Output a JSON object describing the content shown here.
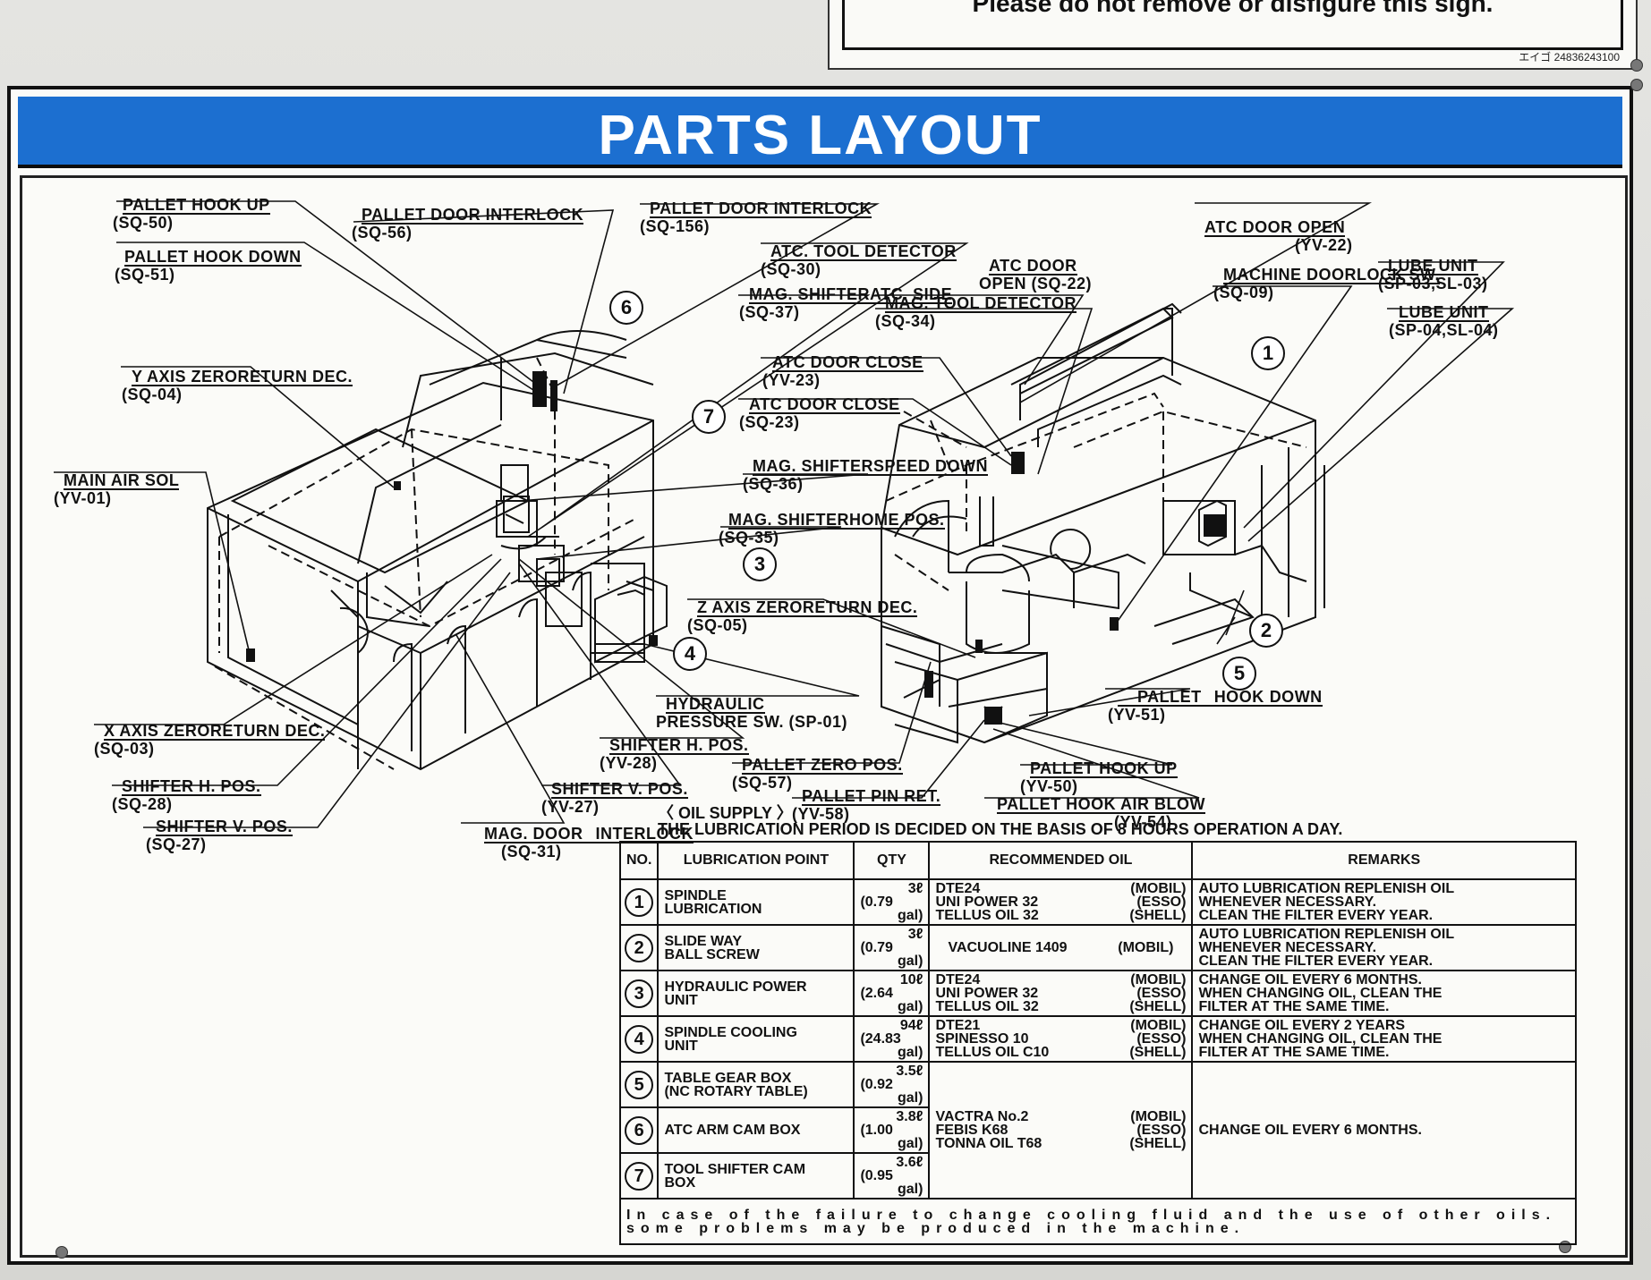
{
  "top_sign": {
    "notice": "Please do not remove or disfigure this sign.",
    "code": "エイゴ 24836243100"
  },
  "banner": {
    "title": "PARTS LAYOUT"
  },
  "labels": [
    {
      "id": "pallet-hook-up-sq50",
      "lines": [
        "PALLET HOOK UP",
        "(SQ-50)"
      ]
    },
    {
      "id": "pallet-hook-down-sq51",
      "lines": [
        "PALLET HOOK DOWN",
        "(SQ-51)"
      ]
    },
    {
      "id": "pallet-door-interlock-sq56",
      "lines": [
        "PALLET DOOR INTERLOCK",
        "(SQ-56)"
      ]
    },
    {
      "id": "pallet-door-interlock-sq156",
      "lines": [
        "PALLET DOOR INTERLOCK",
        "(SQ-156)"
      ]
    },
    {
      "id": "atc-tool-detector-sq30",
      "lines": [
        "ATC. TOOL DETECTOR",
        "(SQ-30)"
      ]
    },
    {
      "id": "mag-shifter-atc-side-sq37",
      "lines": [
        "MAG. SHIFTER",
        "ATC. SIDE",
        "(SQ-37)"
      ]
    },
    {
      "id": "atc-door-open-sq22",
      "lines": [
        "ATC DOOR",
        "OPEN (SQ-22)"
      ]
    },
    {
      "id": "mag-tool-detector-sq34",
      "lines": [
        "MAG. TOOL DETECTOR",
        "(SQ-34)"
      ]
    },
    {
      "id": "atc-door-open-yv22",
      "lines": [
        "ATC DOOR OPEN",
        "(YV-22)"
      ]
    },
    {
      "id": "machine-door-lock-sw-sq09",
      "lines": [
        "MACHINE DOOR",
        "LOCK SW.",
        "(SQ-09)"
      ]
    },
    {
      "id": "lube-unit-sp03",
      "lines": [
        "LUBE UNIT",
        "(SP-03,SL-03)"
      ]
    },
    {
      "id": "lube-unit-sp04",
      "lines": [
        "LUBE UNIT",
        "(SP-04,SL-04)"
      ]
    },
    {
      "id": "y-axis-zero-return-sq04",
      "lines": [
        "Y AXIS ZERO",
        "RETURN DEC.",
        "(SQ-04)"
      ]
    },
    {
      "id": "atc-door-close-yv23",
      "lines": [
        "ATC DOOR CLOSE",
        "(YV-23)"
      ]
    },
    {
      "id": "atc-door-close-sq23",
      "lines": [
        "ATC DOOR CLOSE",
        "(SQ-23)"
      ]
    },
    {
      "id": "main-air-sol-yv01",
      "lines": [
        "MAIN AIR SOL",
        "(YV-01)"
      ]
    },
    {
      "id": "mag-shifter-speed-down-sq36",
      "lines": [
        "MAG. SHIFTER",
        "SPEED DOWN",
        "(SQ-36)"
      ]
    },
    {
      "id": "mag-shifter-home-pos-sq35",
      "lines": [
        "MAG. SHIFTER",
        "HOME POS.",
        "(SQ-35)"
      ]
    },
    {
      "id": "z-axis-zero-return-sq05",
      "lines": [
        "Z AXIS ZERO",
        "RETURN DEC.",
        "(SQ-05)"
      ]
    },
    {
      "id": "hydraulic-pressure-sw-sp01",
      "lines": [
        "HYDRAULIC",
        "PRESSURE SW. (SP-01)"
      ]
    },
    {
      "id": "pallet-hook-down-yv51",
      "lines": [
        "PALLET",
        "HOOK",
        "DOWN",
        "(YV-51)"
      ]
    },
    {
      "id": "x-axis-zero-return-sq03",
      "lines": [
        "X AXIS ZERO",
        "RETURN DEC.",
        "(SQ-03)"
      ]
    },
    {
      "id": "shifter-h-pos-yv28",
      "lines": [
        "SHIFTER H. POS.",
        "(YV-28)"
      ]
    },
    {
      "id": "pallet-zero-pos-sq57",
      "lines": [
        "PALLET ZERO POS.",
        "(SQ-57)"
      ]
    },
    {
      "id": "pallet-hook-up-yv50",
      "lines": [
        "PALLET HOOK UP",
        "(YV-50)"
      ]
    },
    {
      "id": "shifter-h-pos-sq28",
      "lines": [
        "SHIFTER H. POS.",
        "(SQ-28)"
      ]
    },
    {
      "id": "shifter-v-pos-yv27",
      "lines": [
        "SHIFTER V. POS.",
        "(YV-27)"
      ]
    },
    {
      "id": "pallet-pin-ret-yv58",
      "lines": [
        "PALLET PIN RET.",
        "(YV-58)"
      ]
    },
    {
      "id": "pallet-hook-air-blow-yv54",
      "lines": [
        "PALLET HOOK AIR BLOW",
        "(YV-54)"
      ]
    },
    {
      "id": "shifter-v-pos-sq27",
      "lines": [
        "SHIFTER V. POS.",
        "(SQ-27)"
      ]
    },
    {
      "id": "mag-door-interlock-sq31",
      "lines": [
        "MAG. DOOR",
        "INTERLOCK",
        "(SQ-31)"
      ]
    }
  ],
  "callouts": [
    "1",
    "2",
    "3",
    "4",
    "5",
    "6",
    "7"
  ],
  "oil_supply": {
    "heading": "〈 OIL SUPPLY 〉",
    "note": "THE LUBRICATION PERIOD IS DECIDED ON THE BASIS OF 8 HOURS OPERATION A DAY.",
    "columns": [
      "NO.",
      "LUBRICATION POINT",
      "QTY",
      "RECOMMENDED OIL",
      "REMARKS"
    ],
    "rows": [
      {
        "no": "1",
        "point": [
          "SPINDLE",
          "LUBRICATION"
        ],
        "qty": [
          "3ℓ",
          "(0.79",
          "gal)"
        ],
        "oil": [
          [
            "DTE24",
            "(MOBIL)"
          ],
          [
            "UNI POWER 32",
            "(ESSO)"
          ],
          [
            "TELLUS OIL 32",
            "(SHELL)"
          ]
        ],
        "remarks": [
          "AUTO LUBRICATION REPLENISH OIL",
          "WHENEVER NECESSARY.",
          "CLEAN THE FILTER EVERY YEAR."
        ]
      },
      {
        "no": "2",
        "point": [
          "SLIDE WAY",
          "BALL SCREW"
        ],
        "qty": [
          "3ℓ",
          "(0.79",
          "gal)"
        ],
        "oil": [
          [
            "VACUOLINE 1409",
            "(MOBIL)"
          ]
        ],
        "remarks": [
          "AUTO LUBRICATION REPLENISH OIL",
          "WHENEVER NECESSARY.",
          "CLEAN THE FILTER EVERY YEAR."
        ]
      },
      {
        "no": "3",
        "point": [
          "HYDRAULIC POWER",
          "UNIT"
        ],
        "qty": [
          "10ℓ",
          "(2.64",
          "gal)"
        ],
        "oil": [
          [
            "DTE24",
            "(MOBIL)"
          ],
          [
            "UNI POWER 32",
            "(ESSO)"
          ],
          [
            "TELLUS OIL 32",
            "(SHELL)"
          ]
        ],
        "remarks": [
          "CHANGE OIL EVERY 6 MONTHS.",
          "WHEN CHANGING OIL, CLEAN THE",
          "FILTER AT THE SAME TIME."
        ]
      },
      {
        "no": "4",
        "point": [
          "SPINDLE COOLING",
          "UNIT"
        ],
        "qty": [
          "94ℓ",
          "(24.83",
          "gal)"
        ],
        "oil": [
          [
            "DTE21",
            "(MOBIL)"
          ],
          [
            "SPINESSO 10",
            "(ESSO)"
          ],
          [
            "TELLUS OIL C10",
            "(SHELL)"
          ]
        ],
        "remarks": [
          "CHANGE OIL EVERY 2 YEARS",
          "WHEN CHANGING OIL, CLEAN THE",
          "FILTER AT THE SAME TIME."
        ]
      },
      {
        "no": "5",
        "point": [
          "TABLE GEAR BOX",
          "(NC ROTARY TABLE)"
        ],
        "qty": [
          "3.5ℓ",
          "(0.92",
          "gal)"
        ]
      },
      {
        "no": "6",
        "point": [
          "ATC ARM CAM BOX"
        ],
        "qty": [
          "3.8ℓ",
          "(1.00",
          "gal)"
        ]
      },
      {
        "no": "7",
        "point": [
          "TOOL SHIFTER CAM",
          "BOX"
        ],
        "qty": [
          "3.6ℓ",
          "(0.95",
          "gal)"
        ]
      }
    ],
    "shared_567": {
      "oil": [
        [
          "VACTRA No.2",
          "(MOBIL)"
        ],
        [
          "FEBIS K68",
          "(ESSO)"
        ],
        [
          "TONNA OIL T68",
          "(SHELL)"
        ]
      ],
      "remarks": "CHANGE OIL EVERY 6 MONTHS."
    },
    "footer": [
      "In case of the failure to change cooling fluid and the use of other oils.",
      "some problems may be produced in the machine."
    ]
  }
}
